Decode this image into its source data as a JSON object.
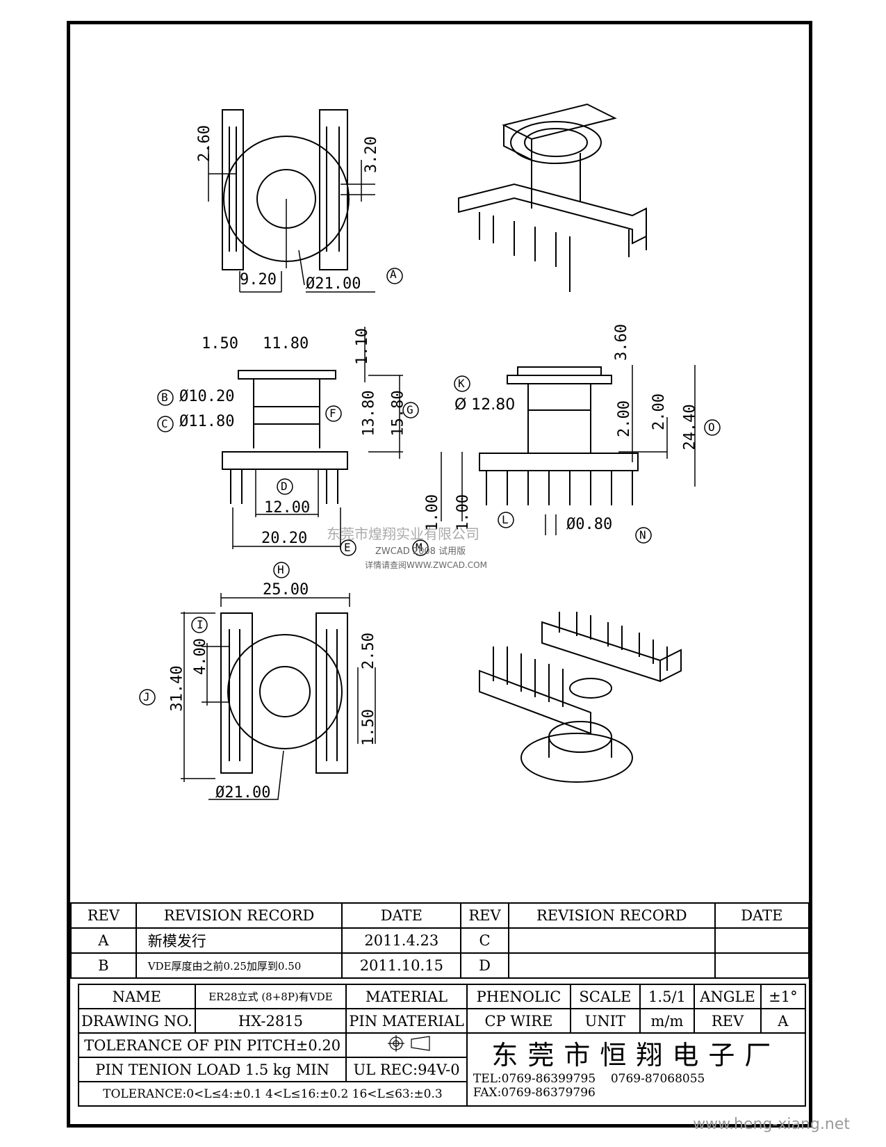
{
  "dimensions": {
    "top_view": [
      "2.60",
      "3.20",
      "9.20",
      "Ø21.00",
      "A"
    ],
    "side_view": [
      "1.50",
      "11.80",
      "1.10",
      "Ø10.20",
      "Ø11.80",
      "13.80",
      "15.80",
      "12.00",
      "20.20",
      "B",
      "C",
      "D",
      "E",
      "F",
      "G"
    ],
    "front_view": [
      "3.60",
      "Ø 12.80",
      "2.00",
      "2.00",
      "24.40",
      "1.00",
      "1.00",
      "Ø0.80",
      "K",
      "L",
      "M",
      "N",
      "O"
    ],
    "bottom_view": [
      "25.00",
      "4.00",
      "2.50",
      "31.40",
      "1.50",
      "Ø21.00",
      "H",
      "I",
      "J"
    ]
  },
  "watermark": {
    "company": "东莞市煌翔实业有限公司",
    "line2": "ZWCAD 2008 试用版",
    "line3": "详情请查阅WWW.ZWCAD.COM"
  },
  "revision_table": {
    "headers": [
      "REV",
      "REVISION RECORD",
      "DATE",
      "REV",
      "REVISION RECORD",
      "DATE"
    ],
    "rows": [
      [
        "A",
        "新模发行",
        "2011.4.23",
        "C",
        "",
        ""
      ],
      [
        "B",
        "VDE厚度由之前0.25加厚到0.50",
        "2011.10.15",
        "D",
        "",
        ""
      ]
    ]
  },
  "title_block": {
    "name_label": "NAME",
    "name_value": "ER28立式 (8+8P)有VDE",
    "material_label": "MATERIAL",
    "material_value": "PHENOLIC",
    "scale_label": "SCALE",
    "scale_value": "1.5/1",
    "angle_label": "ANGLE",
    "angle_value": "±1°",
    "drawing_no_label": "DRAWING NO.",
    "drawing_no_value": "HX-2815",
    "pin_material_label": "PIN MATERIAL",
    "pin_material_value": "CP WIRE",
    "unit_label": "UNIT",
    "unit_value": "m/m",
    "rev_label": "REV",
    "rev_value": "A",
    "tolerance_pitch": "TOLERANCE OF PIN PITCH±0.20",
    "pin_tenion": "PIN TENION LOAD 1.5  kg MIN",
    "ul": "UL REC:94V-0",
    "tolerance_general": "TOLERANCE:0<L≤4:±0.1  4<L≤16:±0.2  16<L≤63:±0.3",
    "company": "东莞市恒翔电子厂",
    "tel": "TEL:0769-86399795",
    "tel2": "0769-87068055",
    "fax": "FAX:0769-86379796"
  },
  "website": "www.heng-xiang.net"
}
